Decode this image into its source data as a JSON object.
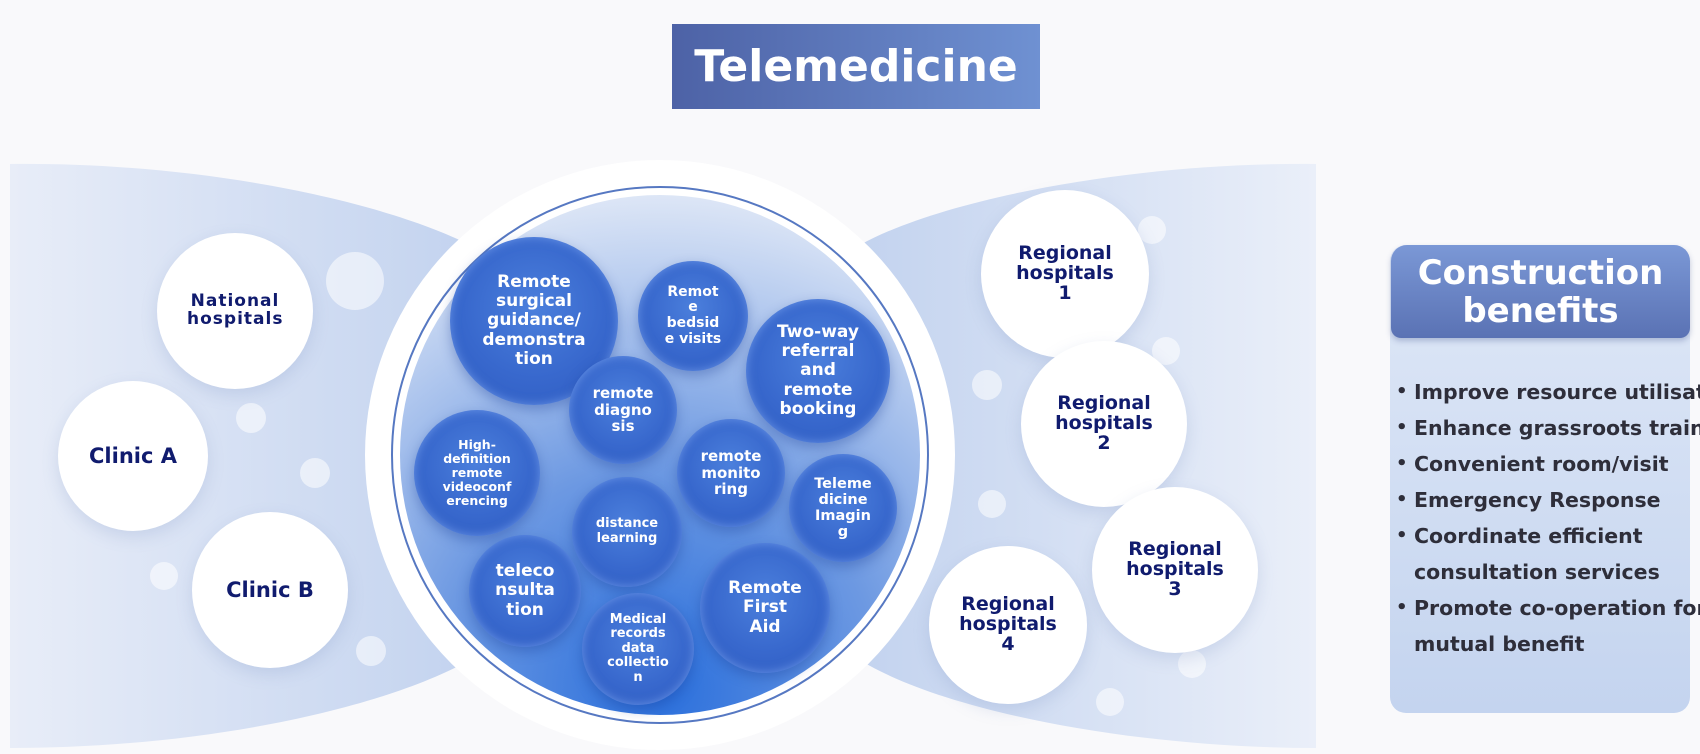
{
  "title": "Telemedicine",
  "left_nodes": [
    {
      "label": "National hospitals"
    },
    {
      "label": "Clinic A"
    },
    {
      "label": "Clinic B"
    }
  ],
  "right_nodes": [
    {
      "label": [
        "Regional",
        "hospitals",
        "1"
      ]
    },
    {
      "label": [
        "Regional",
        "hospitals",
        "2"
      ]
    },
    {
      "label": [
        "Regional",
        "hospitals",
        "3"
      ]
    },
    {
      "label": [
        "Regional",
        "hospitals",
        "4"
      ]
    }
  ],
  "services": [
    {
      "lines": [
        "Remote",
        "surgical",
        "guidance/",
        "demonstra",
        "tion"
      ]
    },
    {
      "lines": [
        "Remot",
        "e",
        "bedsid",
        "e visits"
      ]
    },
    {
      "lines": [
        "Two-way",
        "referral",
        "and",
        "remote",
        "booking"
      ]
    },
    {
      "lines": [
        "remote",
        "diagno",
        "sis"
      ]
    },
    {
      "lines": [
        "High-",
        "definition",
        "remote",
        "videoconf",
        "erencing"
      ]
    },
    {
      "lines": [
        "remote",
        "monito",
        "ring"
      ]
    },
    {
      "lines": [
        "Teleme",
        "dicine",
        "Imagin",
        "g"
      ]
    },
    {
      "lines": [
        "distance",
        "learning"
      ]
    },
    {
      "lines": [
        "teleco",
        "nsulta",
        "tion"
      ]
    },
    {
      "lines": [
        "Remote",
        "First",
        "Aid"
      ]
    },
    {
      "lines": [
        "Medical",
        "records",
        "data",
        "collectio",
        "n"
      ]
    }
  ],
  "benefits": {
    "title": [
      "Construction",
      "benefits"
    ],
    "items": [
      "Improve resource utilisation",
      "Enhance grassroots training",
      "Convenient room/visit",
      "Emergency Response",
      "Coordinate efficient",
      "consultation services",
      "Promote co-operation for",
      "mutual benefit"
    ]
  },
  "colors": {
    "title_bg": "#4d62a6",
    "node_text": "#101b6e",
    "service_blue": "#3868cd",
    "band_blue": "#c9d7f0"
  }
}
